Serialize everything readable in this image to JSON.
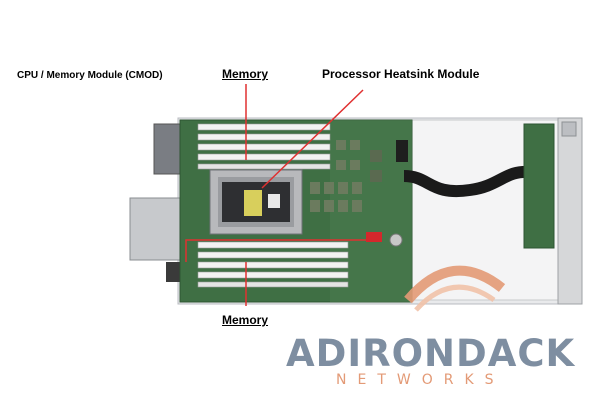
{
  "labels": {
    "module_title": "CPU / Memory Module (CMOD)",
    "memory_top": "Memory",
    "processor_heatsink": "Processor Heatsink Module",
    "memory_bottom": "Memory"
  },
  "logo": {
    "name": "ADIRONDACK",
    "sub": "NETWORKS"
  },
  "colors": {
    "pcb": "#3f6f44",
    "callout_line": "#e03030",
    "logo_text": "#7e8ea1",
    "logo_arc": "#e39a76"
  }
}
